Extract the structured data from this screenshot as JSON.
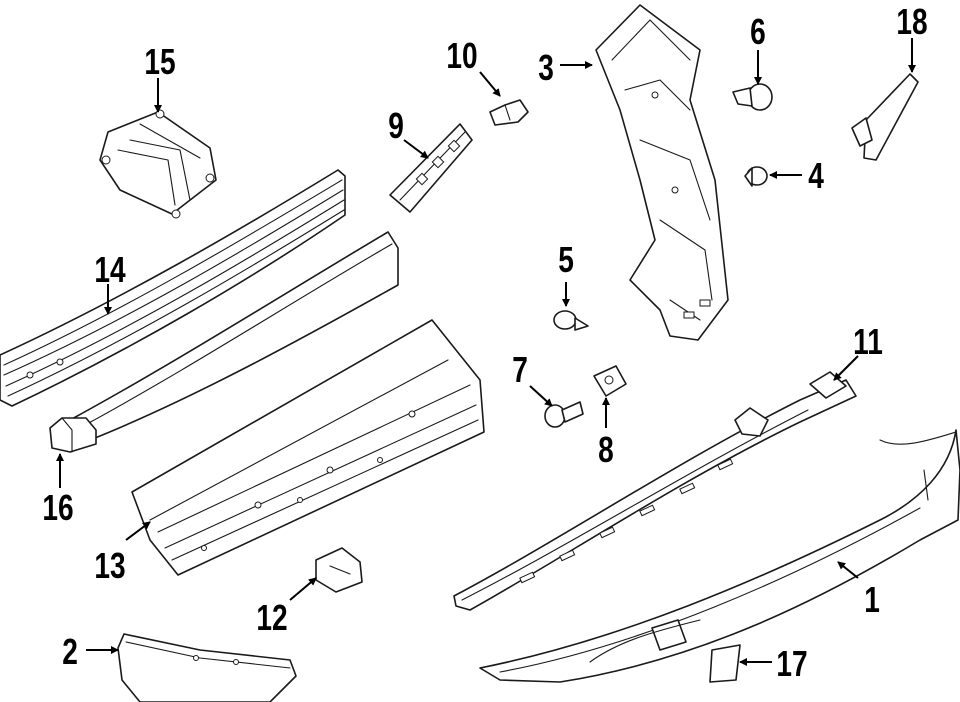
{
  "diagram": {
    "callouts": [
      {
        "id": "c1",
        "label": "1"
      },
      {
        "id": "c2",
        "label": "2"
      },
      {
        "id": "c3",
        "label": "3"
      },
      {
        "id": "c4",
        "label": "4"
      },
      {
        "id": "c5",
        "label": "5"
      },
      {
        "id": "c6",
        "label": "6"
      },
      {
        "id": "c7",
        "label": "7"
      },
      {
        "id": "c8",
        "label": "8"
      },
      {
        "id": "c9",
        "label": "9"
      },
      {
        "id": "c10",
        "label": "10"
      },
      {
        "id": "c11",
        "label": "11"
      },
      {
        "id": "c12",
        "label": "12"
      },
      {
        "id": "c13",
        "label": "13"
      },
      {
        "id": "c14",
        "label": "14"
      },
      {
        "id": "c15",
        "label": "15"
      },
      {
        "id": "c16",
        "label": "16"
      },
      {
        "id": "c17",
        "label": "17"
      },
      {
        "id": "c18",
        "label": "18"
      }
    ],
    "colors": {
      "line": "#1a1a1a",
      "background": "#ffffff"
    }
  }
}
